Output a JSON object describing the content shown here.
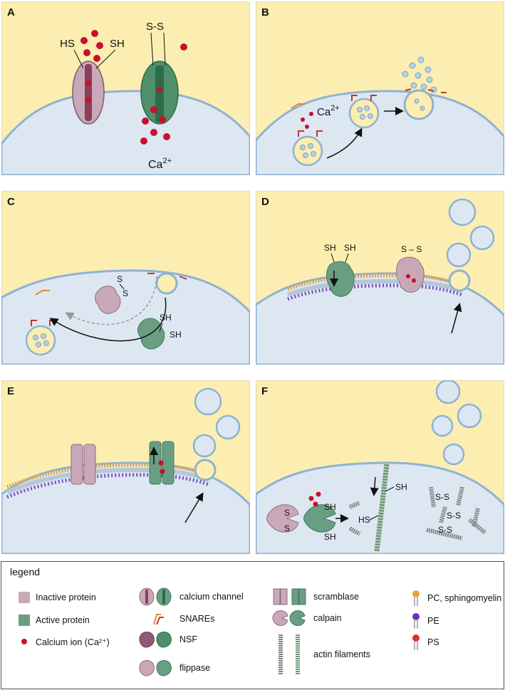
{
  "panels": {
    "A": {
      "label": "A",
      "hs": "HS",
      "sh": "SH",
      "ss": "S-S",
      "ca_base": "Ca",
      "ca_sup": "2+"
    },
    "B": {
      "label": "B",
      "ca_base": "Ca",
      "ca_sup": "2+"
    },
    "C": {
      "label": "C",
      "s_top": "S",
      "s_bottom": "S",
      "sh_top": "SH",
      "sh_bottom": "SH"
    },
    "D": {
      "label": "D",
      "sh_left": "SH",
      "sh_right": "SH",
      "ss": "S – S"
    },
    "E": {
      "label": "E"
    },
    "F": {
      "label": "F",
      "sh_filament": "SH",
      "hs_filament": "HS",
      "s_top": "S",
      "s_bottom": "S",
      "sh_top": "SH",
      "sh_bottom": "SH",
      "ss1": "S-S",
      "ss2": "S-S",
      "ss3": "S-S"
    }
  },
  "legend": {
    "title": "legend",
    "inactive_protein": "Inactive protein",
    "active_protein": "Active protein",
    "calcium_ion": "Calcium ion (Ca²⁺)",
    "calcium_channel": "calcium channel",
    "snares": "SNAREs",
    "nsf": "NSF",
    "flippase": "flippase",
    "scramblase": "scramblase",
    "calpain": "calpain",
    "actin": "actin filaments",
    "pc": "PC, sphingomyelin",
    "pe": "PE",
    "ps": "PS"
  },
  "colors": {
    "background": "#fbeeb0",
    "cell": "#dde7f2",
    "membrane": "#8fb2d3",
    "inactive": "#c9a8b8",
    "active": "#6a9e83",
    "calcium": "#c8102e",
    "snare": "#c0392b"
  }
}
